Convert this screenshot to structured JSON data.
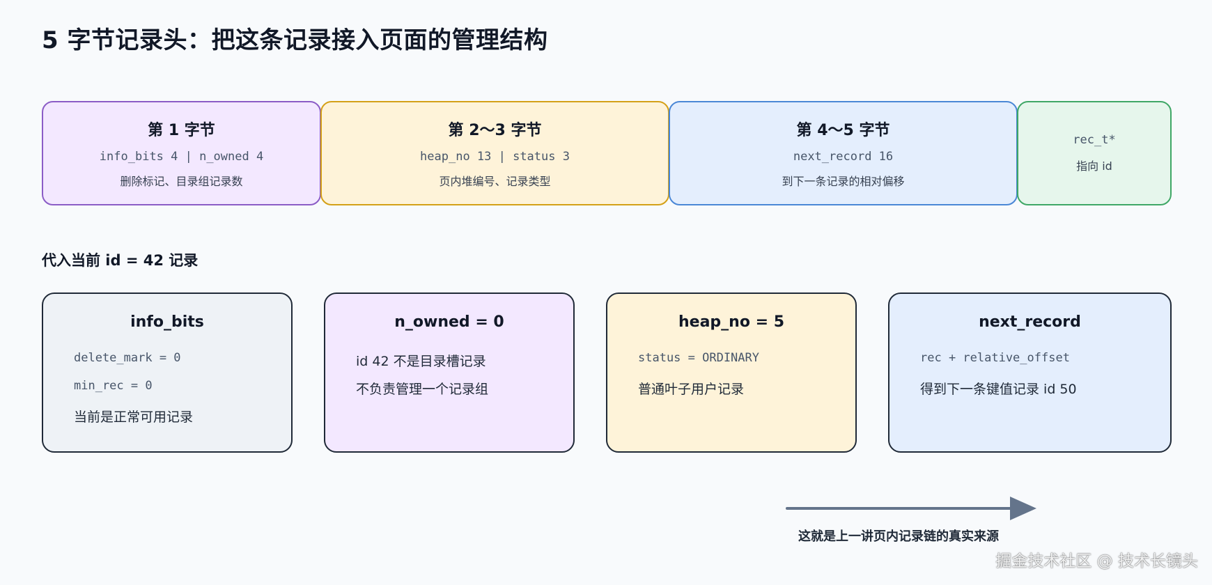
{
  "title": "5 字节记录头：把这条记录接入页面的管理结构",
  "bytes": [
    {
      "heading": "第 1 字节",
      "fields": "info_bits 4 | n_owned 4",
      "desc": "删除标记、目录组记录数"
    },
    {
      "heading": "第 2～3 字节",
      "fields": "heap_no 13 | status 3",
      "desc": "页内堆编号、记录类型"
    },
    {
      "heading": "第 4～5 字节",
      "fields": "next_record 16",
      "desc": "到下一条记录的相对偏移"
    },
    {
      "heading": "",
      "fields": "rec_t*",
      "desc": "指向 id"
    }
  ],
  "section_label": "代入当前 id = 42 记录",
  "fields": [
    {
      "heading": "info_bits",
      "lines": [
        "delete_mark = 0",
        "min_rec = 0",
        "当前是正常可用记录"
      ]
    },
    {
      "heading": "n_owned = 0",
      "lines": [
        "id 42 不是目录槽记录",
        "不负责管理一个记录组"
      ]
    },
    {
      "heading": "heap_no = 5",
      "lines": [
        "status = ORDINARY",
        "普通叶子用户记录"
      ]
    },
    {
      "heading": "next_record",
      "lines": [
        "rec + relative_offset",
        "得到下一条键值记录 id 50"
      ]
    }
  ],
  "arrow_caption": "这就是上一讲页内记录链的真实来源",
  "watermark": "掘金技术社区 @ 技术长镜头",
  "colors": {
    "purple_fill": "#f3e8ff",
    "purple_border": "#8b5cc6",
    "yellow_fill": "#fef3d9",
    "yellow_border": "#d4a017",
    "blue_fill": "#e4eefd",
    "blue_border": "#4a87d6",
    "green_fill": "#e6f6ec",
    "green_border": "#3fa766",
    "gray_fill": "#eef2f6",
    "gray_border": "#98a6b5",
    "arrow": "#64748b"
  }
}
